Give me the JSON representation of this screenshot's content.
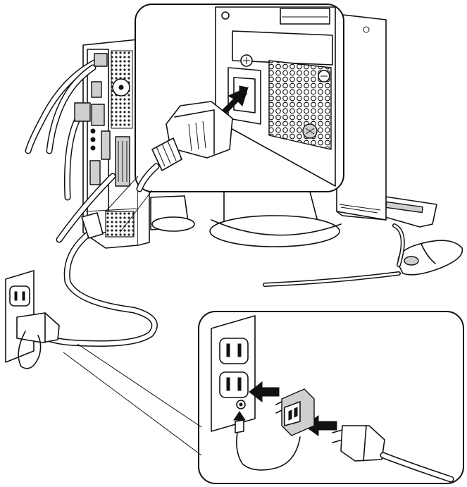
{
  "figure": {
    "panels": [
      "main-view",
      "power-inlet-detail",
      "wall-outlet-detail"
    ],
    "colors": {
      "line": "#111111",
      "fill": "#ffffff",
      "shade": "#cfcfcf",
      "arrow": "#111111"
    },
    "icons": [
      "computer-tower",
      "monitor",
      "mouse",
      "keyboard",
      "power-cord",
      "wall-outlet",
      "plug-adapter",
      "ground-wire",
      "insert-arrow"
    ]
  }
}
